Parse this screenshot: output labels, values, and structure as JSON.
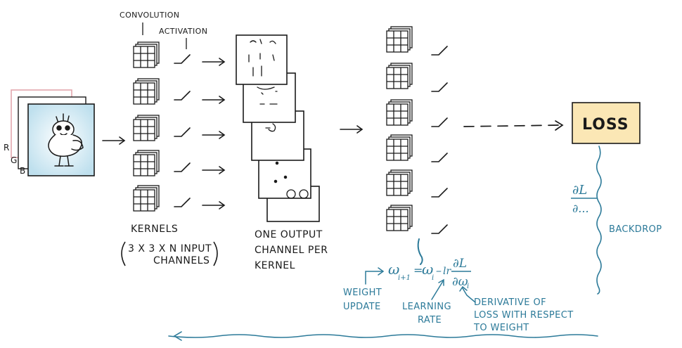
{
  "labels": {
    "convolution": "CONVOLUTION",
    "activation": "ACTIVATION",
    "kernels": "KERNELS",
    "kernels_sub_line1": "3 X 3 X N INPUT",
    "kernels_sub_line2": "CHANNELS",
    "output_line1": "ONE OUTPUT",
    "output_line2": "CHANNEL PER",
    "output_line3": "KERNEL",
    "loss": "LOSS",
    "backdrop": "BACKDROP",
    "weight_update_line1": "WEIGHT",
    "weight_update_line2": "UPDATE",
    "learning_rate_line1": "LEARNING",
    "learning_rate_line2": "RATE",
    "derivative_line1": "DERIVATIVE OF",
    "derivative_line2": "LOSS WITH RESPECT",
    "derivative_line3": "TO WEIGHT"
  },
  "channels": {
    "r": "R",
    "g": "G",
    "b": "B"
  },
  "formula": {
    "w_next": "ω",
    "sub_next": "i+1",
    "equals": "=",
    "w_i": "ω",
    "sub_i": "i",
    "minus": "–",
    "lr": "lr",
    "dL": "∂L",
    "dw": "∂ω",
    "dw_sub": "i"
  },
  "grad_hint": {
    "numerator": "∂L",
    "denominator": "∂..."
  },
  "colors": {
    "ink": "#1a1a1a",
    "blue": "#2c7a99",
    "loss_fill": "#fbe7b5",
    "image_blue": "#cfe8f2",
    "red_layer": "#e8c5c8"
  }
}
